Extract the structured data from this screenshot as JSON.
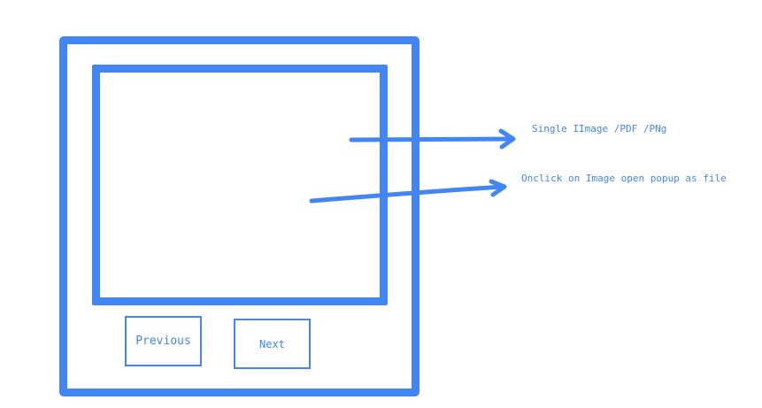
{
  "colors": {
    "accent": "#4285f4",
    "background": "#ffffff"
  },
  "viewer": {
    "prev_label": "Previous",
    "next_label": "Next"
  },
  "annotations": [
    {
      "text": "Single IImage /PDF /PNg"
    },
    {
      "text": "Onclick on Image open popup as file"
    }
  ]
}
